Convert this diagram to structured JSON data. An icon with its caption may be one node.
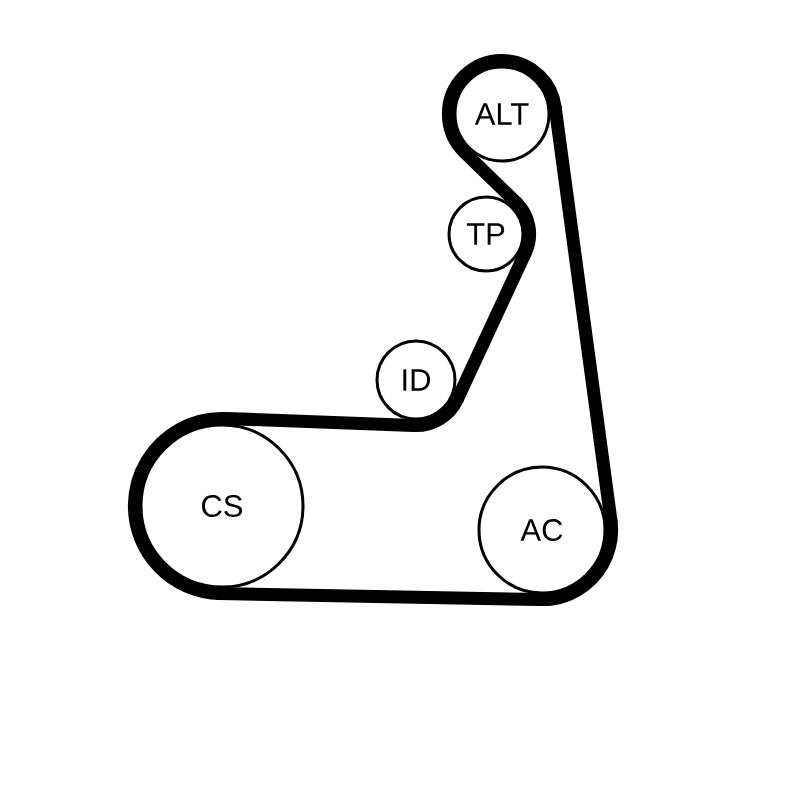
{
  "diagram": {
    "nodes": [
      {
        "text": [
          "ALT"
        ]
      },
      {
        "text": [
          "TP"
        ]
      },
      {
        "text": [
          "ID"
        ]
      },
      {
        "text": [
          "CS"
        ]
      },
      {
        "text": [
          "AC"
        ]
      }
    ],
    "edges": [
      {
        "from": 3,
        "to": 2,
        "arrow": "none"
      },
      {
        "from": 2,
        "to": 1,
        "arrow": "none"
      },
      {
        "from": 1,
        "to": 0,
        "arrow": "none"
      },
      {
        "from": 0,
        "to": 4,
        "arrow": "none"
      },
      {
        "from": 4,
        "to": 3,
        "arrow": "none"
      }
    ]
  }
}
